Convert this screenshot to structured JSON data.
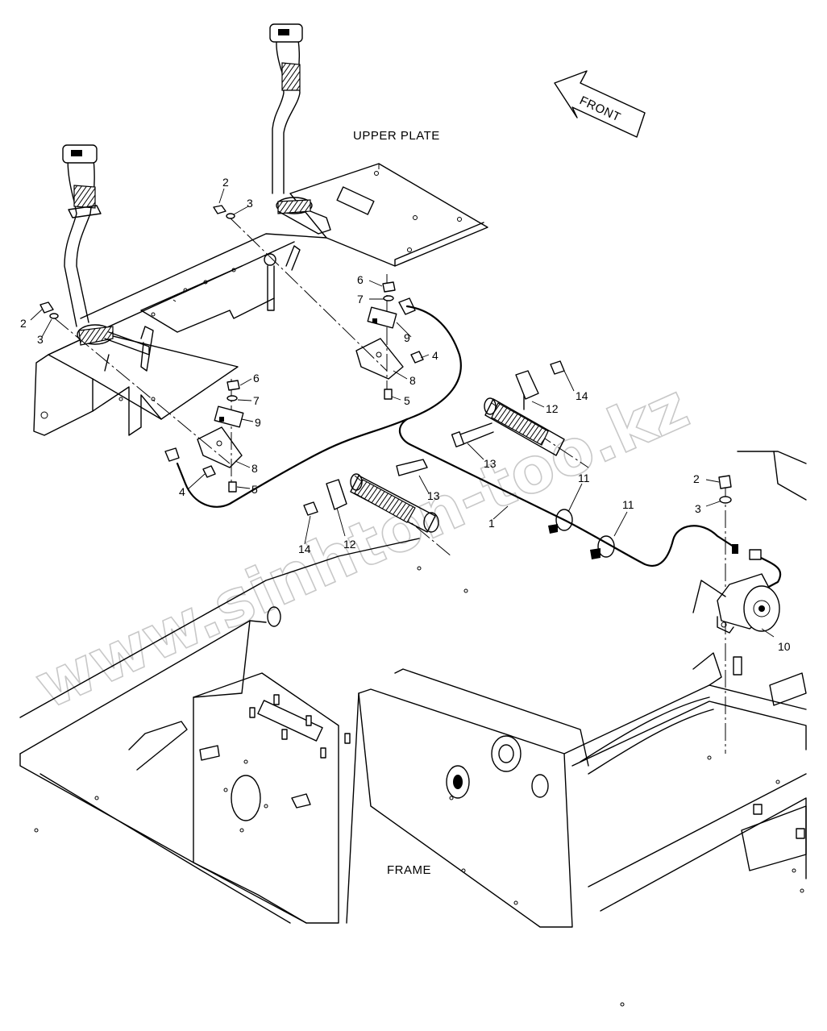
{
  "labels": {
    "upper_plate": "UPPER PLATE",
    "frame": "FRAME",
    "front": "FRONT",
    "watermark": "www.sinhton-too.kz"
  },
  "callouts": {
    "c1": "1",
    "c2a": "2",
    "c2b": "2",
    "c2c": "2",
    "c3a": "3",
    "c3b": "3",
    "c3c": "3",
    "c4a": "4",
    "c4b": "4",
    "c5a": "5",
    "c5b": "5",
    "c6a": "6",
    "c6b": "6",
    "c7a": "7",
    "c7b": "7",
    "c8a": "8",
    "c8b": "8",
    "c9a": "9",
    "c9b": "9",
    "c10": "10",
    "c11a": "11",
    "c11b": "11",
    "c12a": "12",
    "c12b": "12",
    "c13a": "13",
    "c13b": "13",
    "c14a": "14",
    "c14b": "14"
  },
  "colors": {
    "line": "#000000",
    "background": "#ffffff",
    "watermark": "#c8c8c8"
  },
  "icons": [
    "front-arrow-icon",
    "joystick-icon",
    "buzzer-icon",
    "bolt-icon",
    "nut-icon",
    "washer-icon",
    "switch-icon",
    "spring-icon",
    "clamp-icon"
  ]
}
